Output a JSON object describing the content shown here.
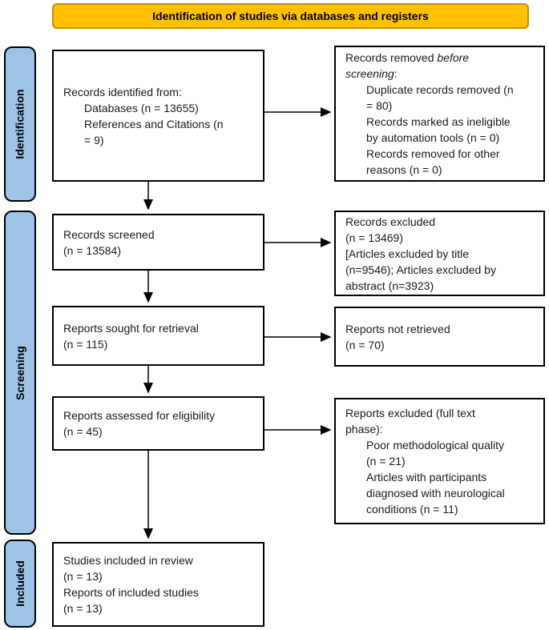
{
  "banner": {
    "label": "Identification of studies via databases and registers"
  },
  "colors": {
    "banner_fill": "#FFC000",
    "banner_border": "#BF9000",
    "stage_fill": "#9DC3E6",
    "stage_border": "#000000",
    "box_border": "#000000",
    "arrow_color": "#000000"
  },
  "stages": [
    {
      "label": "Identification"
    },
    {
      "label": "Screening"
    },
    {
      "label": "Included"
    }
  ],
  "boxes": {
    "identified": {
      "lines": [
        {
          "text": "Records identified from:"
        },
        {
          "text": "Databases (n = 13655)",
          "indent": true
        },
        {
          "text": "References and Citations (n",
          "indent": true
        },
        {
          "text": "= 9)",
          "indent": true
        }
      ]
    },
    "removed_before_screening": {
      "lines": [
        {
          "parts": [
            {
              "text": "Records removed "
            },
            {
              "text": "before",
              "italic": true
            }
          ]
        },
        {
          "parts": [
            {
              "text": "screening",
              "italic": true
            },
            {
              "text": ":"
            }
          ]
        },
        {
          "text": "Duplicate records removed (n",
          "indent": true
        },
        {
          "text": "= 80)",
          "indent": true
        },
        {
          "text": "Records marked as ineligible",
          "indent": true
        },
        {
          "text": "by automation tools (n = 0)",
          "indent": true
        },
        {
          "text": "Records removed for other",
          "indent": true
        },
        {
          "text": "reasons (n = 0)",
          "indent": true
        }
      ]
    },
    "screened": {
      "lines": [
        {
          "text": "Records screened"
        },
        {
          "text": "(n = 13584)"
        }
      ]
    },
    "records_excluded": {
      "lines": [
        {
          "text": "Records excluded"
        },
        {
          "text": "(n = 13469)"
        },
        {
          "text": "[Articles excluded by title"
        },
        {
          "text": "(n=9546); Articles excluded by"
        },
        {
          "text": "abstract (n=3923)"
        }
      ]
    },
    "sought": {
      "lines": [
        {
          "text": "Reports sought for retrieval"
        },
        {
          "text": "(n = 115)"
        }
      ]
    },
    "not_retrieved": {
      "lines": [
        {
          "text": "Reports not retrieved"
        },
        {
          "text": "(n = 70)"
        }
      ]
    },
    "assessed": {
      "lines": [
        {
          "text": "Reports assessed for eligibility"
        },
        {
          "text": "(n = 45)"
        }
      ]
    },
    "reports_excluded": {
      "lines": [
        {
          "text": "Reports excluded (full text"
        },
        {
          "text": "phase):"
        },
        {
          "text": "Poor methodological quality",
          "indent": true
        },
        {
          "text": "(n = 21)",
          "indent": true
        },
        {
          "text": "Articles with participants",
          "indent": true
        },
        {
          "text": "diagnosed with neurological",
          "indent": true
        },
        {
          "text": "conditions (n = 11)",
          "indent": true
        }
      ]
    },
    "included": {
      "lines": [
        {
          "text": "Studies included in review"
        },
        {
          "text": "(n = 13)"
        },
        {
          "text": "Reports of included studies"
        },
        {
          "text": "(n = 13)"
        }
      ]
    }
  }
}
